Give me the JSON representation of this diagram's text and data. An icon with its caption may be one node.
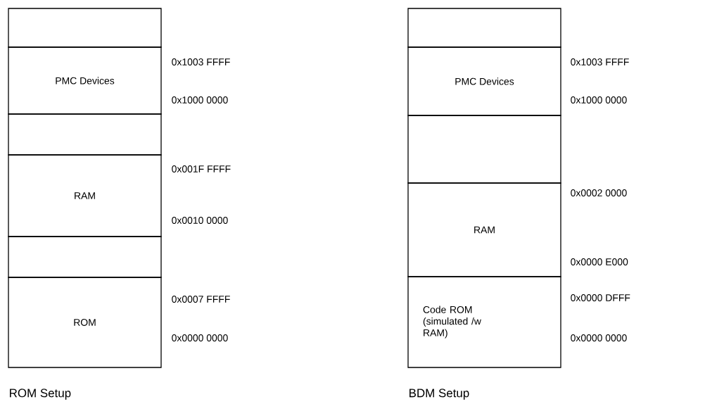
{
  "diagram": {
    "nodes": [
      {
        "text": [],
        "shape": "box"
      },
      {
        "text": [
          "PMC Devices"
        ]
      },
      {
        "text": [],
        "shape": "box"
      },
      {
        "text": [
          "RAM"
        ]
      },
      {
        "text": [],
        "shape": "box"
      },
      {
        "text": [
          "ROM"
        ]
      },
      {
        "text": [],
        "shape": "box"
      },
      {
        "text": [
          "PMC Devices"
        ]
      },
      {
        "text": [],
        "shape": "box"
      },
      {
        "text": [
          "RAM"
        ]
      },
      {
        "text": [
          "Code ROM (simulated /w RAM)"
        ]
      }
    ],
    "labels": [
      "0x1003 FFFF",
      "0x1000 0000",
      "0x001F FFFF",
      "0x0010 0000",
      "0x0007 FFFF",
      "0x0000 0000",
      "ROM Setup",
      "0x1003 FFFF",
      "0x1000 0000",
      "0x0002 0000",
      "0x0000 E000",
      "0x0000 DFFF",
      "0x0000 0000",
      "BDM Setup"
    ]
  }
}
